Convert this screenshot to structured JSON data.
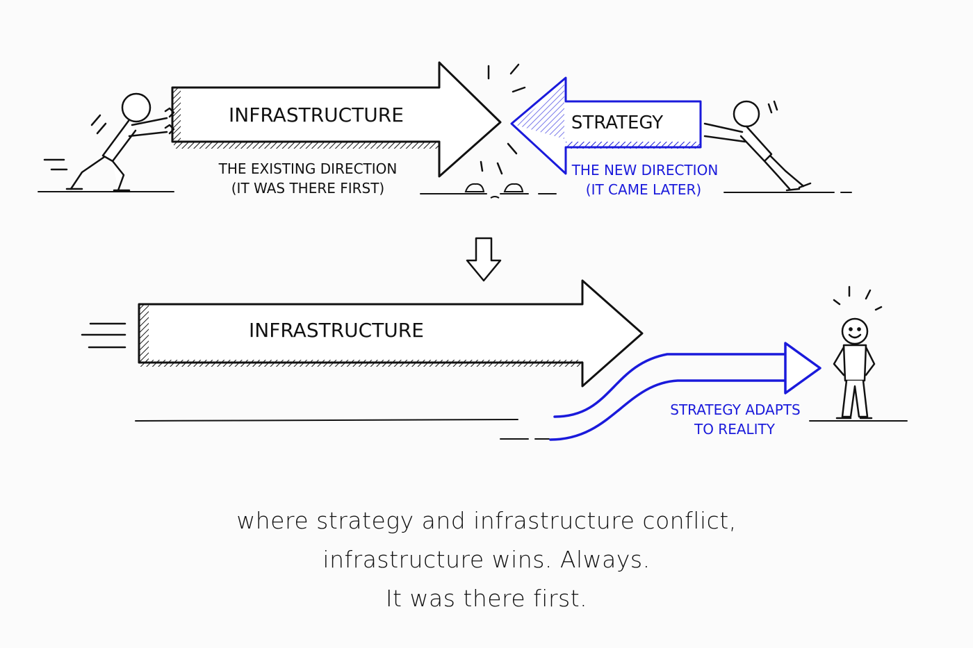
{
  "colors": {
    "ink": "#111111",
    "accent": "#1a1adb",
    "background": "#fbfbfb"
  },
  "top": {
    "infra_arrow_label": "INFRASTRUCTURE",
    "infra_sub_line1": "THE EXISTING DIRECTION",
    "infra_sub_line2": "(IT WAS THERE FIRST)",
    "strategy_arrow_label": "STRATEGY",
    "strategy_sub_line1": "THE NEW DIRECTION",
    "strategy_sub_line2": "(IT CAME LATER)"
  },
  "bottom": {
    "infra_arrow_label": "INFRASTRUCTURE",
    "adapt_line1": "STRATEGY ADAPTS",
    "adapt_line2": "TO REALITY"
  },
  "caption": {
    "line1": "where strategy and infrastructure conflict,",
    "line2": "infrastructure wins. Always.",
    "line3": "It was there first."
  }
}
